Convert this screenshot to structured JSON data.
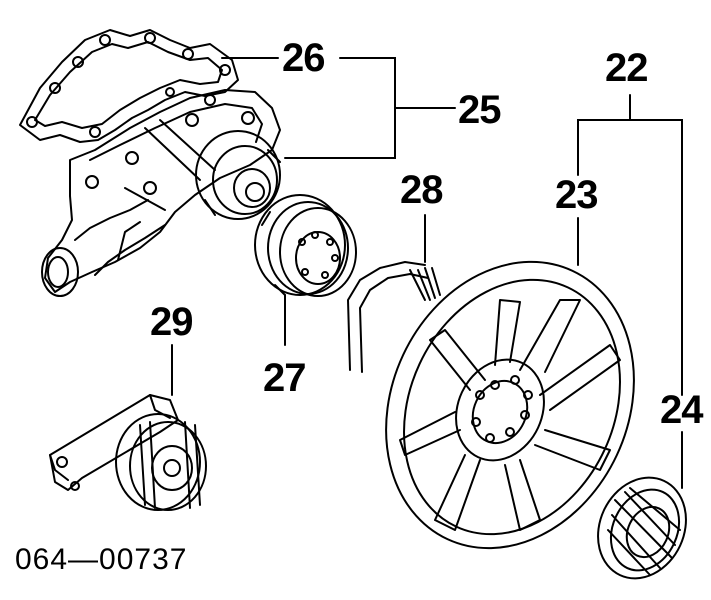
{
  "callouts": {
    "c22": "22",
    "c23": "23",
    "c24": "24",
    "c25": "25",
    "c26": "26",
    "c27": "27",
    "c28": "28",
    "c29": "29"
  },
  "diagram_code": "064—00737"
}
